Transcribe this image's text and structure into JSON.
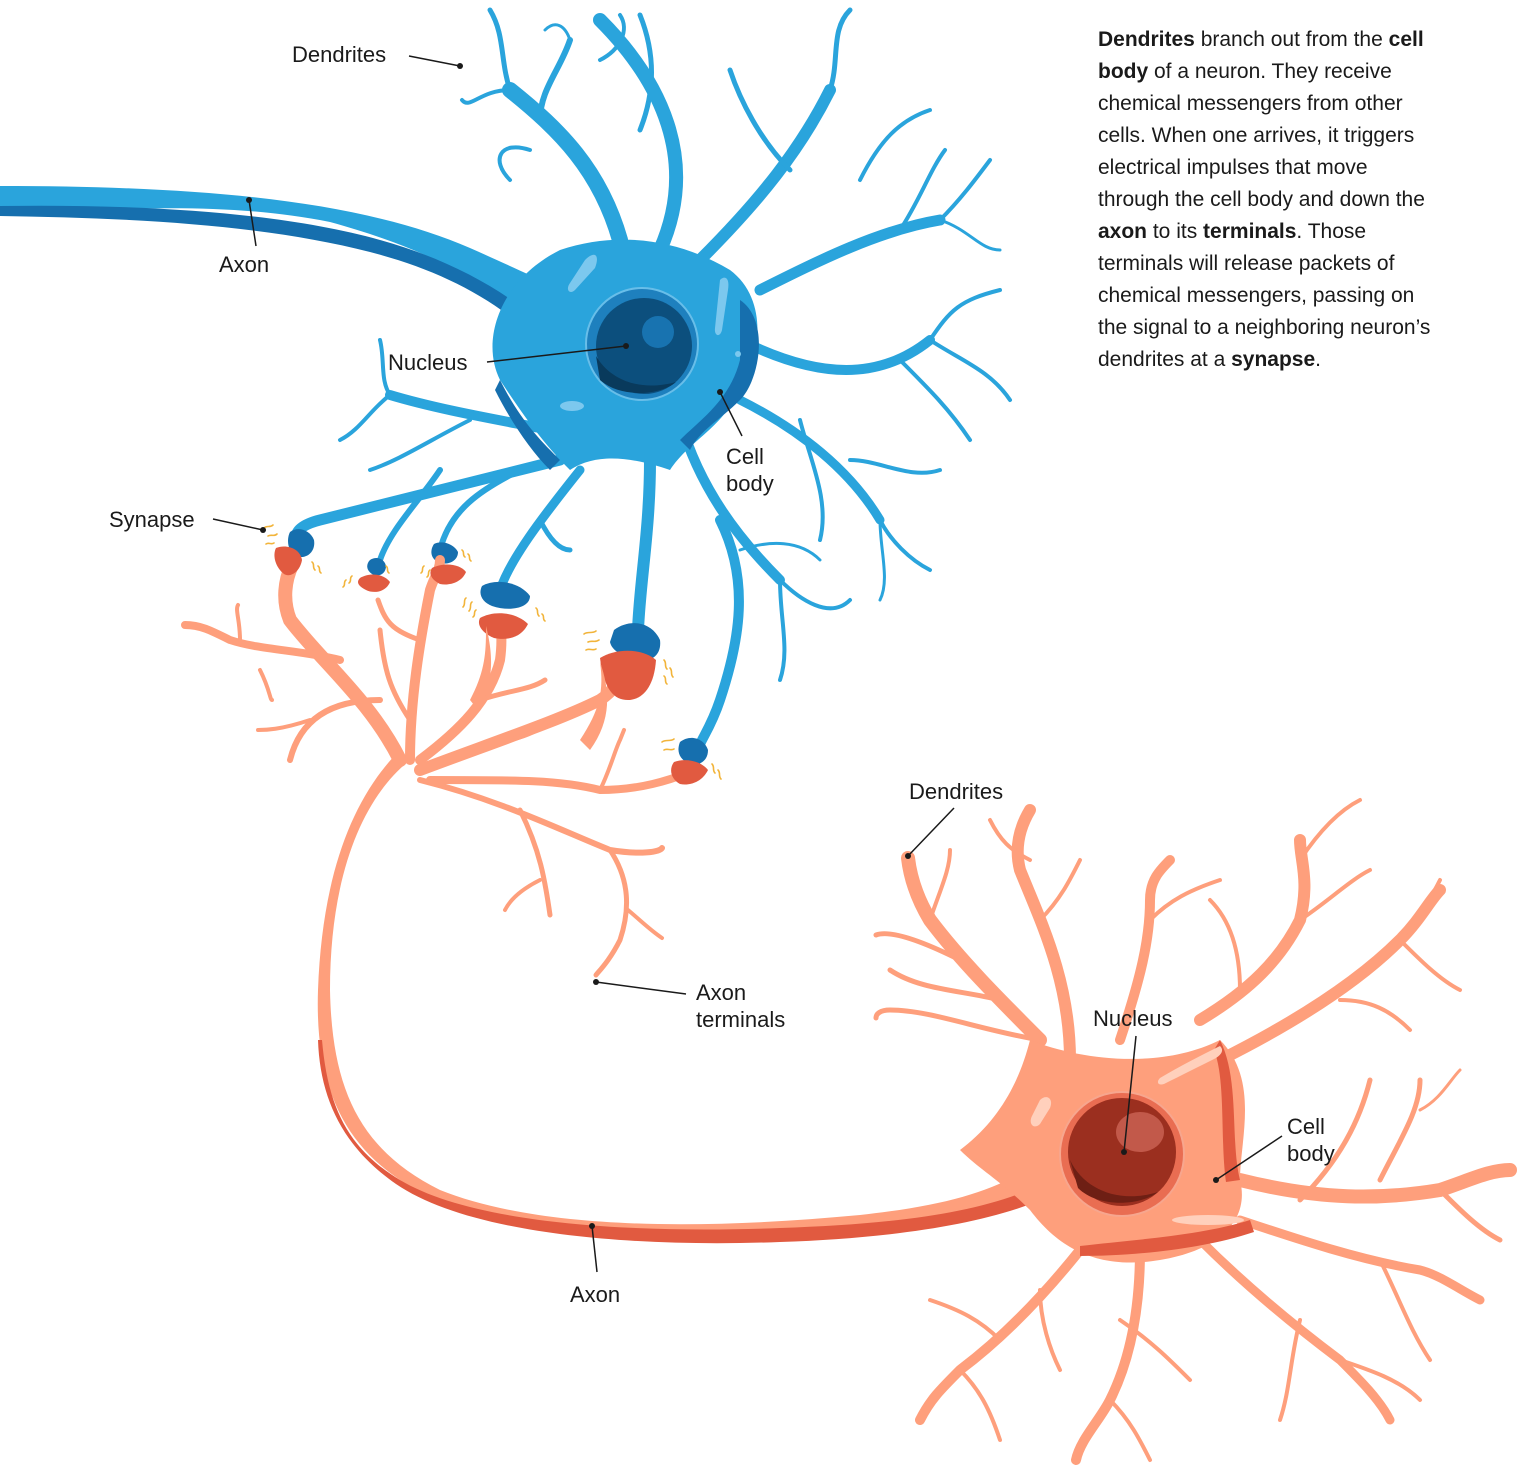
{
  "colors": {
    "blue_neuron": "#2aa4dc",
    "blue_dark": "#166fae",
    "blue_nucleus": "#0c4f7d",
    "orange_neuron": "#fe9f7c",
    "orange_dark": "#e15a40",
    "orange_nucleus": "#9b2f1f",
    "spark": "#f2b43a"
  },
  "labels": {
    "top_dendrites": "Dendrites",
    "top_axon": "Axon",
    "top_nucleus": "Nucleus",
    "top_cell_body_1": "Cell",
    "top_cell_body_2": "body",
    "synapse": "Synapse",
    "axon_terminals_1": "Axon",
    "axon_terminals_2": "terminals",
    "bottom_dendrites": "Dendrites",
    "bottom_nucleus": "Nucleus",
    "bottom_cell_body_1": "Cell",
    "bottom_cell_body_2": "body",
    "bottom_axon": "Axon"
  },
  "description": [
    {
      "text": "Dendrites",
      "bold": true
    },
    {
      "text": " branch out from the ",
      "bold": false
    },
    {
      "text": "cell body",
      "bold": true
    },
    {
      "text": " of a neuron. They receive chemical messengers from other cells. When one arrives, it triggers electrical impulses that move through the cell body and down the ",
      "bold": false
    },
    {
      "text": "axon",
      "bold": true
    },
    {
      "text": " to its ",
      "bold": false
    },
    {
      "text": "terminals",
      "bold": true
    },
    {
      "text": ". Those terminals will release packets of chemical messengers, passing on the signal to a neighboring neuron’s dendrites at a ",
      "bold": false
    },
    {
      "text": "synapse",
      "bold": true
    },
    {
      "text": ".",
      "bold": false
    }
  ]
}
